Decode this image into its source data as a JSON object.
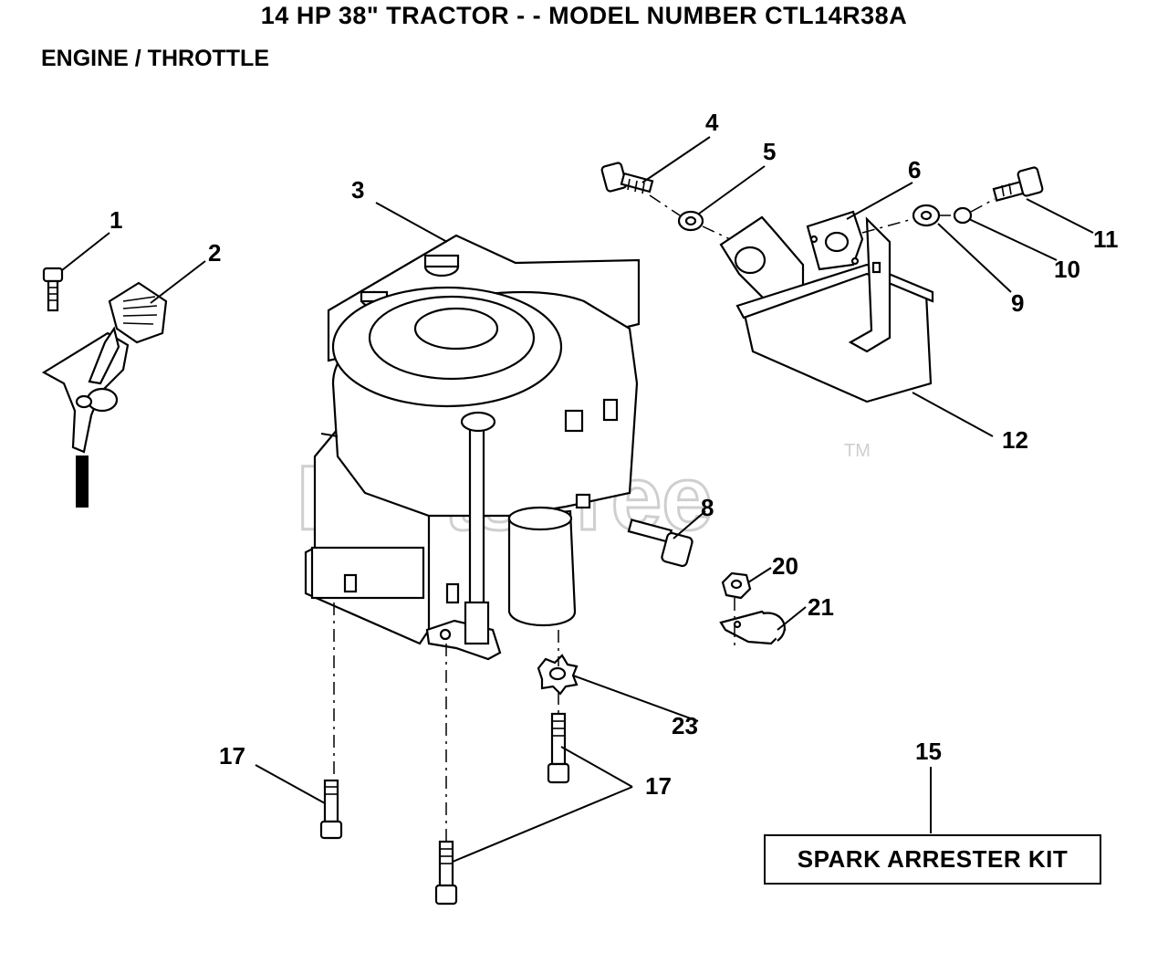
{
  "header": {
    "title": "14 HP 38\" TRACTOR - - MODEL NUMBER CTL14R38A",
    "section": "ENGINE / THROTTLE"
  },
  "watermark": {
    "text": "PartsTree",
    "tm": "TM"
  },
  "callouts": {
    "c1": "1",
    "c2": "2",
    "c3": "3",
    "c4": "4",
    "c5": "5",
    "c6": "6",
    "c8": "8",
    "c9": "9",
    "c10": "10",
    "c11": "11",
    "c12": "12",
    "c15": "15",
    "c17a": "17",
    "c17b": "17",
    "c20": "20",
    "c21": "21",
    "c23": "23"
  },
  "kit": {
    "label": "SPARK ARRESTER KIT"
  }
}
